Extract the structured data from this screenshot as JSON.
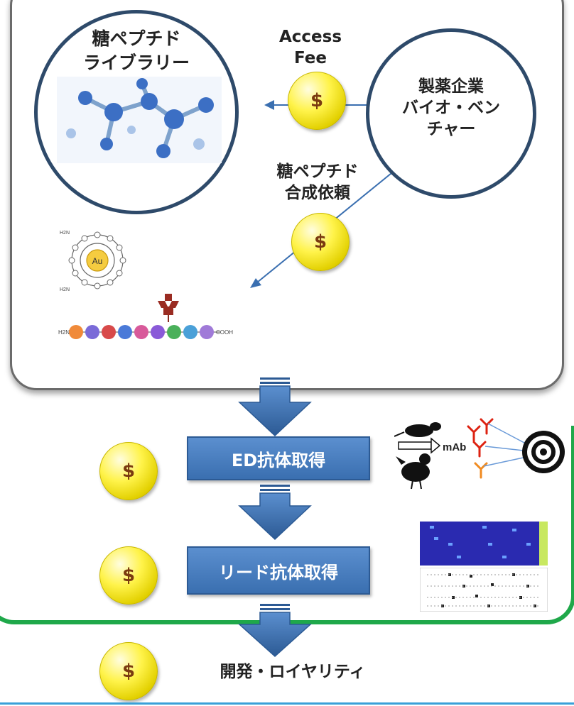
{
  "library": {
    "title": "糖ペプチド\nライブラリー"
  },
  "company": {
    "title": "製薬企業\nバイオ・ベン\nチャー"
  },
  "access_fee": {
    "label": "Access\nFee"
  },
  "synthesis": {
    "label": "糖ペプチド\n合成依頼"
  },
  "coin_symbol": "$",
  "steps": [
    {
      "label": "ED抗体取得"
    },
    {
      "label": "リード抗体取得"
    }
  ],
  "development": {
    "label": "開発・ロイヤリティ"
  },
  "nanoparticle": {
    "core_label": "Au",
    "group_label": "H2N"
  },
  "peptide": {
    "left_label": "H2N",
    "right_label": "COOH"
  },
  "antibody_panel": {
    "mab_label": "mAb"
  },
  "colors": {
    "circle_border": "#2e4a6a",
    "step_box": "#3a6fb0",
    "green_border": "#1fa84a",
    "coin": "#fff34a",
    "arrow": "#3a6fb0"
  },
  "icons": [
    "molecule-image",
    "gold-nanoparticle-icon",
    "peptide-chain-icon",
    "mouse-icon",
    "chicken-icon",
    "antibody-icon",
    "target-icon",
    "heatmap-image",
    "blot-image"
  ]
}
